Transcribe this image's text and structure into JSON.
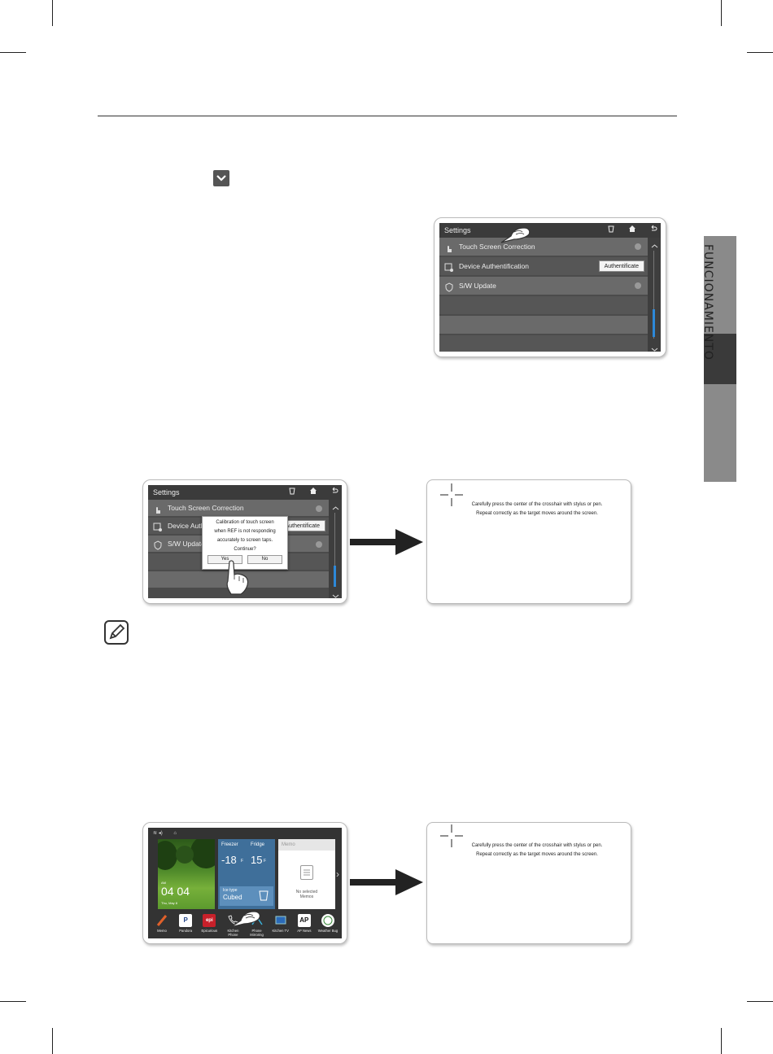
{
  "side_tab": {
    "label": "FUNCIONAMIENTO"
  },
  "settings_screen": {
    "title": "Settings",
    "items": [
      {
        "label": "Touch Screen Correction"
      },
      {
        "label": "Device Authentification",
        "button": "Authentificate"
      },
      {
        "label": "S/W Update"
      }
    ]
  },
  "settings_dialog_screen": {
    "title": "Settings",
    "items": [
      {
        "label": "Touch Screen Correction"
      },
      {
        "label": "Device Authe",
        "button": "Authentificate"
      },
      {
        "label": "S/W Update"
      }
    ],
    "dialog": {
      "line1": "Calibration of touch screen",
      "line2": "when REF is not responding",
      "line3": "accurately to screen taps.",
      "line4": "Continue?",
      "yes": "Yes",
      "no": "No"
    }
  },
  "calibration": {
    "line1": "Carefully press the center of the crosshair with stylus or pen.",
    "line2": "Repeat correctly as the target moves around the screen."
  },
  "home_screen": {
    "clock": {
      "am": "AM",
      "time": "04 04",
      "date": "Thu, May 8"
    },
    "fridge": {
      "freezer_label": "Freezer",
      "fridge_label": "Fridge",
      "freezer_temp": "-18",
      "fridge_temp": "15",
      "unit": "F",
      "ice_type_label": "Ice type",
      "ice_type_value": "Cubed"
    },
    "memo": {
      "header": "Memo",
      "empty_line1": "No selected",
      "empty_line2": "Memos"
    },
    "apps": [
      {
        "label": "Memo",
        "icon": "pencil-icon"
      },
      {
        "label": "Pandora",
        "icon": "P"
      },
      {
        "label": "Epicurious",
        "icon": "epi"
      },
      {
        "label": "Kitchen Phone",
        "icon": "phone-icon"
      },
      {
        "label": "Phone Mirroring",
        "icon": "mirror-icon"
      },
      {
        "label": "Kitchen TV",
        "icon": "tv-icon"
      },
      {
        "label": "AP News",
        "icon": "AP"
      },
      {
        "label": "Weather Bug",
        "icon": "weather-icon"
      }
    ]
  },
  "colors": {
    "screen_bg": "#4b4b4b",
    "row_light": "#6a6a6a",
    "scroll_thumb": "#2d88d8",
    "fridge_tile": "#3f6f9a"
  }
}
